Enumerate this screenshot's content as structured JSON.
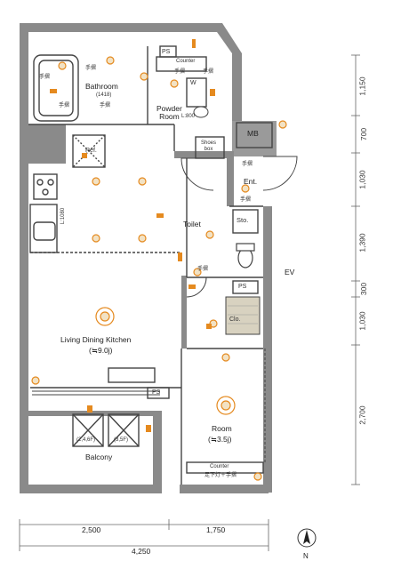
{
  "rooms": {
    "bathroom": "Bathroom",
    "bathroom_size": "(1418)",
    "powder_room": "Powder\nRoom",
    "mb": "MB",
    "shoes_box": "Shoes\nbox",
    "entrance": "Ent.",
    "toilet": "Toilet",
    "storage": "Sto.",
    "ev": "EV",
    "ps_top": "PS",
    "ps_mid": "PS",
    "ps_low": "PS",
    "closet": "Clo.",
    "ldk": "Living Dining Kitchen",
    "ldk_size": "(≒9.0j)",
    "room": "Room",
    "room_size": "(≒3.5j)",
    "balcony": "Balcony",
    "counter_top": "Counter",
    "counter_bottom": "Counter",
    "ref": "Ref.",
    "w": "W",
    "l_label": "L:800",
    "l_label_kitchen": "L:1080",
    "balcony_box_left": "(2,4,6F)",
    "balcony_box_right": "(3,5F)",
    "handrail_1": "手摺",
    "handrail_2": "手摺",
    "handrail_3": "手摺",
    "handrail_4": "手摺",
    "handrail_5": "手摺",
    "handrail_6": "手摺",
    "handrail_7": "手摺",
    "handrail_8": "手摺",
    "handrail_9": "手摺",
    "handrail_bottom": "足下灯＋手摺"
  },
  "dimensions": {
    "right": [
      "1,150",
      "700",
      "1,030",
      "1,390",
      "300",
      "1,030",
      "2,700"
    ],
    "bottom_parts": [
      "2,500",
      "1,750"
    ],
    "bottom_total": "4,250"
  },
  "compass": {
    "label": "N"
  },
  "colors": {
    "wall": "#8a8a8a",
    "wall_dark": "#6f6f6f",
    "line": "#444444",
    "accent": "#e58a1f",
    "fixture_fill": "#f2e2c4",
    "closet": "#d8d2c0"
  }
}
